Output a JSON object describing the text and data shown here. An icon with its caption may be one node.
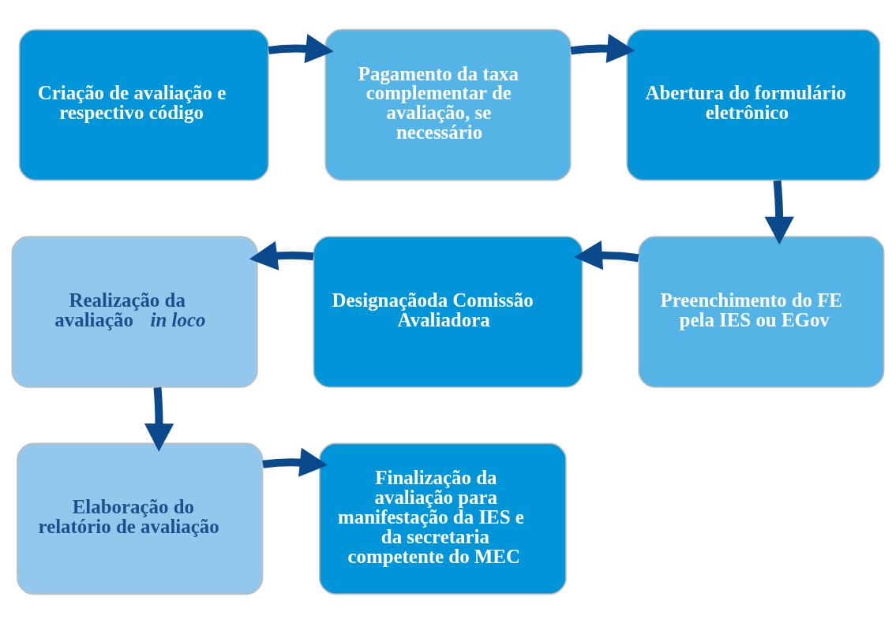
{
  "diagram": {
    "nodes": [
      {
        "text": [
          "Criação de avaliação e respectivo código"
        ]
      },
      {
        "text": [
          "Pagamento da taxa complementar de avaliação, se necessário"
        ]
      },
      {
        "text": [
          "Abertura do formulário eletrônico"
        ]
      },
      {
        "text": [
          "Preenchimento do FE pela IES ou EGov"
        ]
      },
      {
        "text": [
          "Designaçãoda Comissão Avaliadora"
        ]
      },
      {
        "text": [
          "Realização da avaliação *in loco*"
        ]
      },
      {
        "text": [
          "Elaboração do relatório de avaliação"
        ]
      },
      {
        "text": [
          "Finalização da avaliação para manifestação da IES e da secretaria competente do MEC"
        ]
      }
    ],
    "edges": [
      {
        "from": 0,
        "to": 1,
        "arrow": "to"
      },
      {
        "from": 1,
        "to": 2,
        "arrow": "to"
      },
      {
        "from": 2,
        "to": 3,
        "arrow": "to"
      },
      {
        "from": 3,
        "to": 4,
        "arrow": "to"
      },
      {
        "from": 4,
        "to": 5,
        "arrow": "to"
      },
      {
        "from": 5,
        "to": 6,
        "arrow": "to"
      },
      {
        "from": 6,
        "to": 7,
        "arrow": "to"
      }
    ]
  }
}
